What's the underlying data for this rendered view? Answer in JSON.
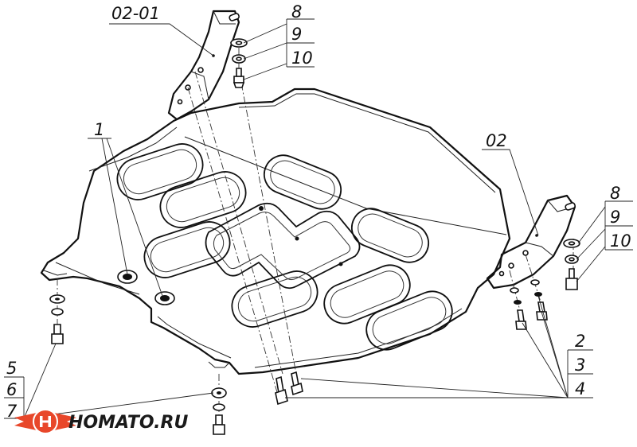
{
  "labels": {
    "bracket_left": "02-01",
    "bracket_right": "02",
    "plate": "1",
    "top_left_stack": [
      "8",
      "9",
      "10"
    ],
    "right_stack": [
      "8",
      "9",
      "10"
    ],
    "bottom_right_stack": [
      "2",
      "3",
      "4"
    ],
    "bottom_left_stack": [
      "5",
      "6",
      "7"
    ]
  },
  "logo": {
    "text": "HOMATO.RU",
    "colors": {
      "accent": "#e8472a",
      "dark": "#1a1a1a"
    }
  }
}
